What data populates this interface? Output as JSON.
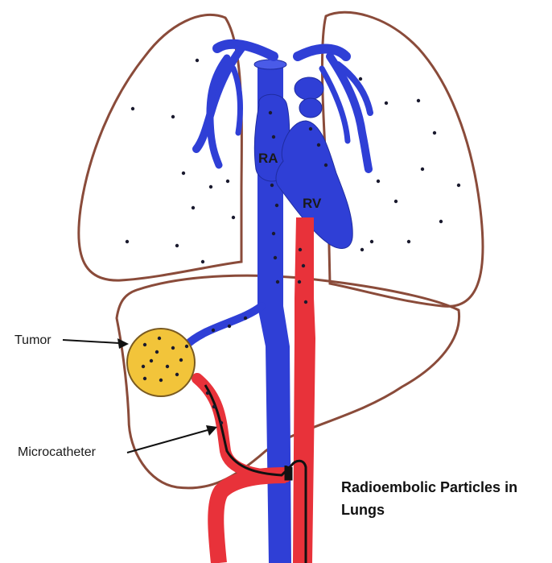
{
  "labels": {
    "tumor": "Tumor",
    "microcatheter": "Microcatheter",
    "ra": "RA",
    "rv": "RV"
  },
  "caption": {
    "line1": "Radioembolic Particles in",
    "line2": "Lungs"
  },
  "colors": {
    "outline": "#8a4b3a",
    "vein_blue": "#2f3fd6",
    "artery_red": "#e8323a",
    "tumor_yellow": "#f2c43a",
    "particle": "#1a1a2e",
    "catheter": "#111111"
  }
}
